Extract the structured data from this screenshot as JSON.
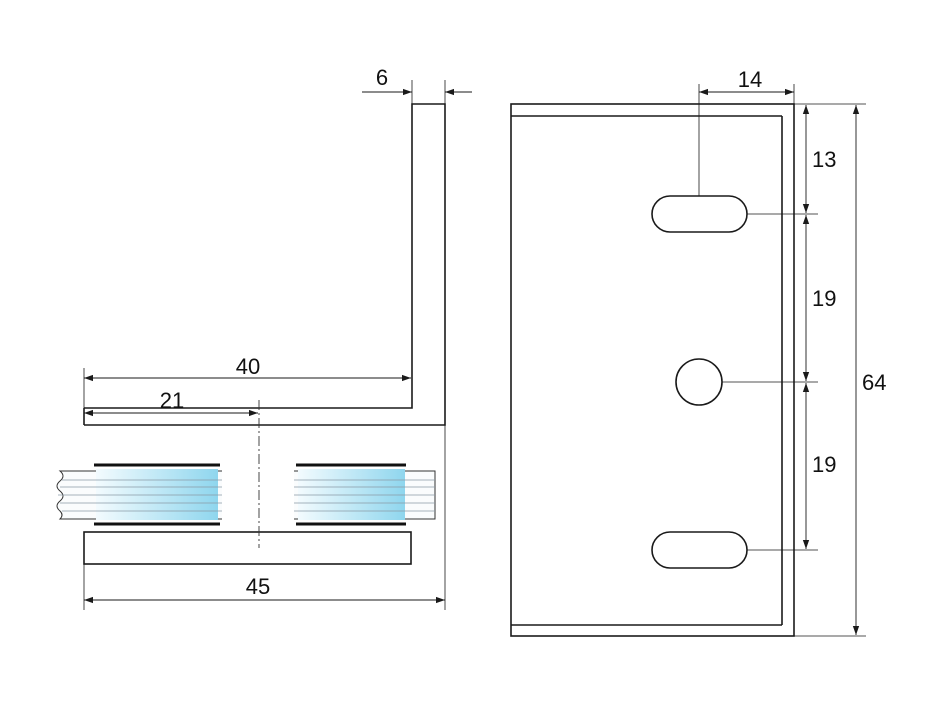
{
  "dimensions": {
    "flange_thickness": "6",
    "arm_length": "40",
    "center_offset": "21",
    "base_length": "45",
    "slot_offset": "14",
    "top_to_slot": "13",
    "slot_to_hole": "19",
    "hole_to_slot": "19",
    "total_height": "64"
  },
  "colors": {
    "line": "#1a1a1a",
    "glass_light": "#eef8fc",
    "glass_blue": "#8fd6ee"
  }
}
